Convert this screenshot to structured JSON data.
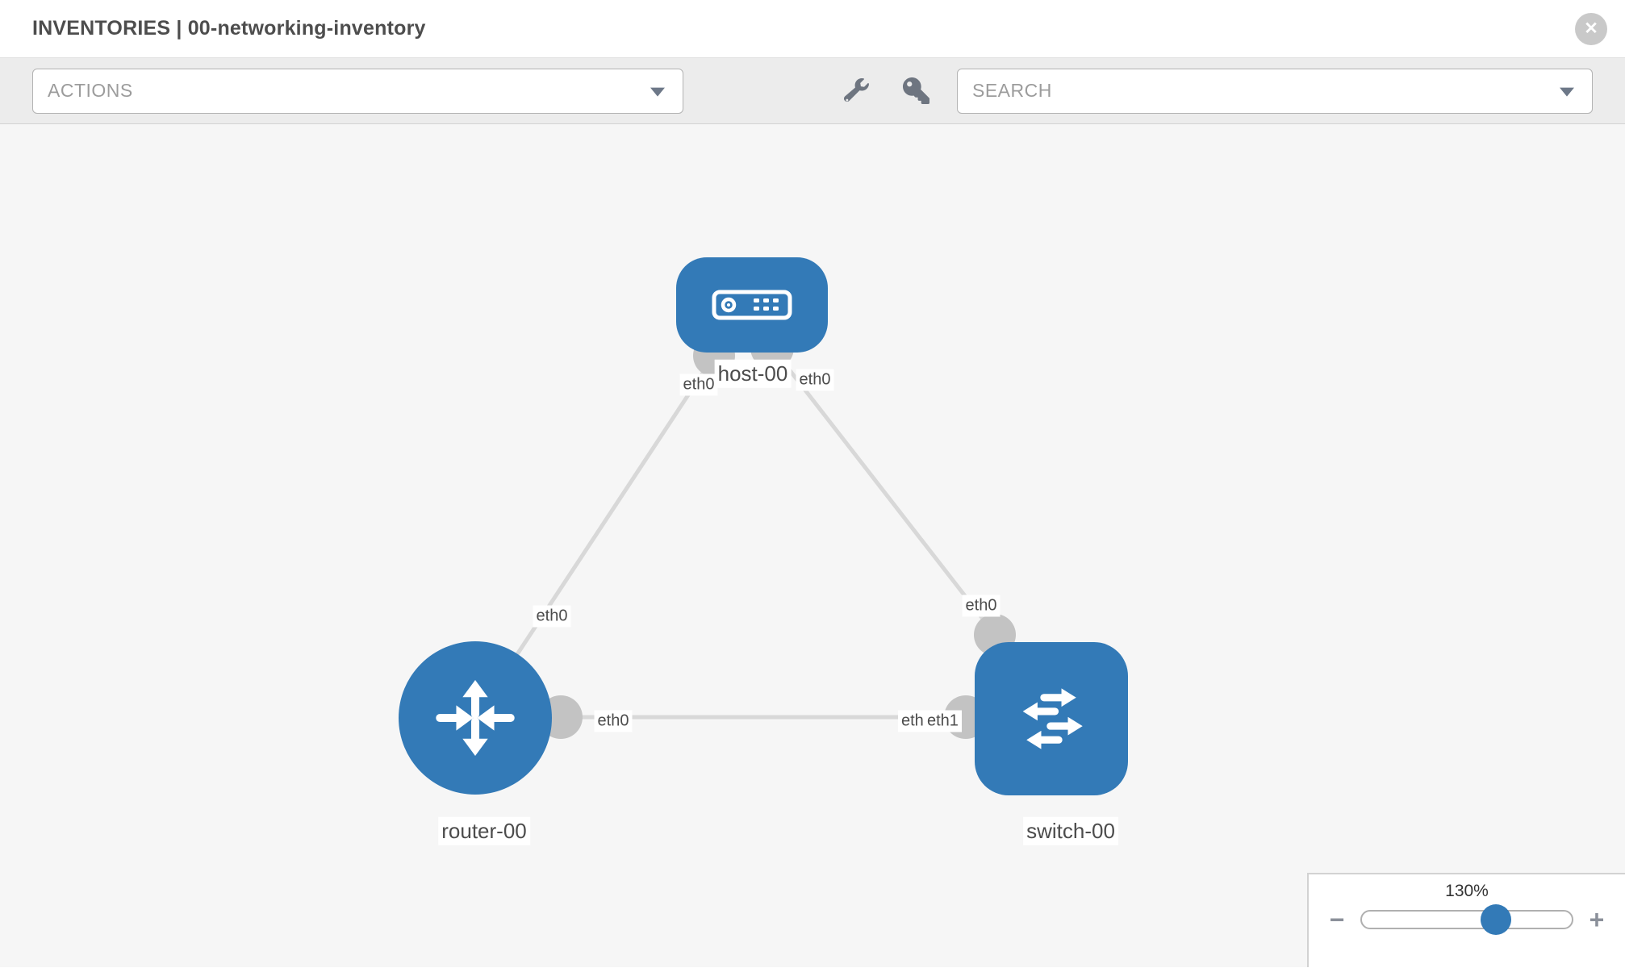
{
  "header": {
    "title": "INVENTORIES | 00-networking-inventory",
    "close_glyph": "✕"
  },
  "toolbar": {
    "actions_label": "ACTIONS",
    "search_label": "SEARCH",
    "icons": [
      "wrench-icon",
      "key-icon"
    ]
  },
  "topology": {
    "nodes": [
      {
        "id": "host-00",
        "type": "host",
        "label": "host-00"
      },
      {
        "id": "router-00",
        "type": "router",
        "label": "router-00"
      },
      {
        "id": "switch-00",
        "type": "switch",
        "label": "switch-00"
      }
    ],
    "links": [
      {
        "source": "host-00",
        "target": "router-00",
        "source_interface": "eth0",
        "target_interface": "eth0"
      },
      {
        "source": "host-00",
        "target": "switch-00",
        "source_interface": "eth0",
        "target_interface": "eth0"
      },
      {
        "source": "router-00",
        "target": "switch-00",
        "source_interface": "eth0",
        "target_interface": "eth1"
      }
    ],
    "occluded_interface_label": "eth1"
  },
  "zoom_control": {
    "level": "130%",
    "minus_glyph": "−",
    "plus_glyph": "+",
    "slider_percent": 64
  },
  "colors": {
    "node_blue": "#337ab7",
    "link_gray": "#d8d8d8",
    "connector_gray": "#c3c3c3",
    "canvas_bg": "#f6f6f6",
    "toolbar_bg": "#ececec",
    "icon_gray": "#6e7580"
  }
}
